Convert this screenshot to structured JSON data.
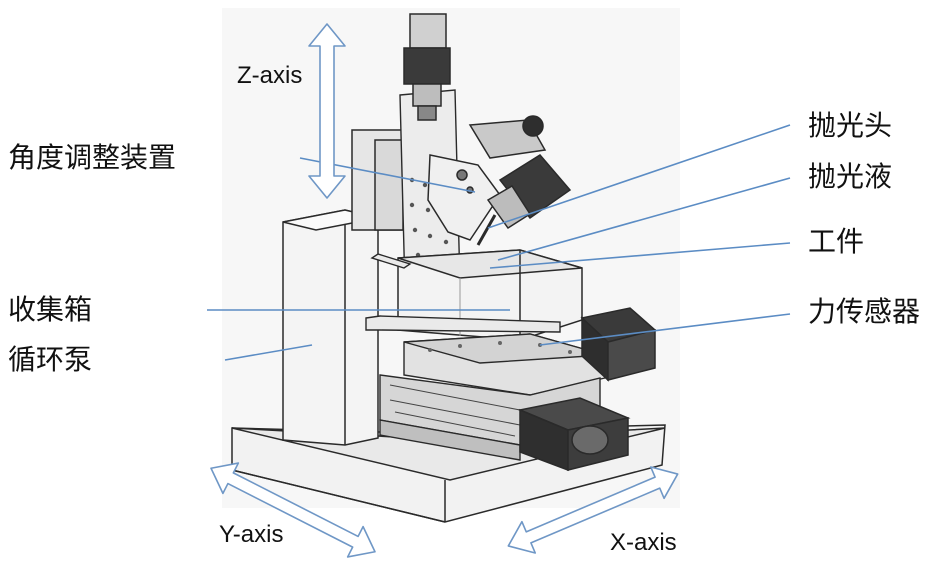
{
  "axes": {
    "z": "Z-axis",
    "y": "Y-axis",
    "x": "X-axis"
  },
  "labels_left": {
    "angle_adjuster": "角度调整装置",
    "collection_box": "收集箱",
    "circulation_pump": "循环泵"
  },
  "labels_right": {
    "polishing_head": "抛光头",
    "polishing_fluid": "抛光液",
    "workpiece": "工件",
    "force_sensor": "力传感器"
  },
  "colors": {
    "leader": "#5b8cc4",
    "arrow": "#6f97c6",
    "machine_stroke": "#2a2a2a",
    "machine_fill": "#f4f4f4"
  }
}
